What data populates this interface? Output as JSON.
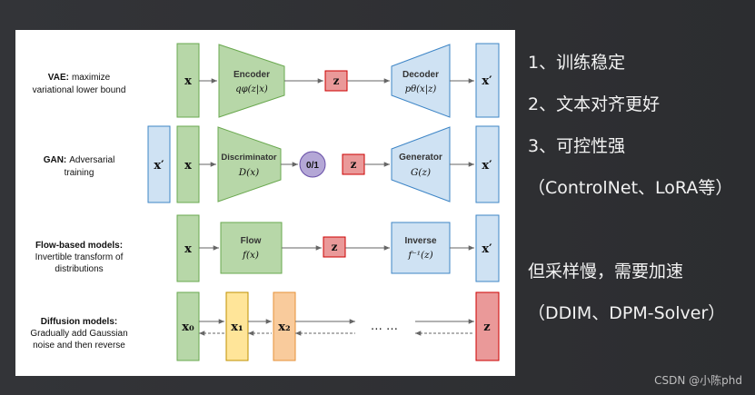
{
  "diagram": {
    "rows": [
      {
        "id": "vae",
        "label_bold": "VAE:",
        "label_lines": [
          "maximize",
          "variational lower bound"
        ],
        "input": "x",
        "block1_title": "Encoder",
        "block1_sub": "qφ(z|x)",
        "latent": "z",
        "block2_title": "Decoder",
        "block2_sub": "pθ(x|z)",
        "output": "x′"
      },
      {
        "id": "gan",
        "label_bold": "GAN:",
        "label_lines": [
          "Adversarial",
          "training"
        ],
        "input_prime": "x′",
        "input": "x",
        "block1_title": "Discriminator",
        "block1_sub": "D(x)",
        "decision": "0/1",
        "latent": "z",
        "block2_title": "Generator",
        "block2_sub": "G(z)",
        "output": "x′"
      },
      {
        "id": "flow",
        "label_bold": "Flow-based models:",
        "label_lines": [
          "Invertible transform of",
          "distributions"
        ],
        "input": "x",
        "block1_title": "Flow",
        "block1_sub": "f(x)",
        "latent": "z",
        "block2_title": "Inverse",
        "block2_sub": "f⁻¹(z)",
        "output": "x′"
      },
      {
        "id": "diffusion",
        "label_bold": "Diffusion models:",
        "label_lines": [
          "Gradually add Gaussian",
          "noise and then reverse"
        ],
        "x0": "x₀",
        "x1": "x₁",
        "x2": "x₂",
        "ellipsis": "… …",
        "latent": "z"
      }
    ]
  },
  "notes": {
    "p1": "1、训练稳定",
    "p2": "2、文本对齐更好",
    "p3": "3、可控性强",
    "p4": "（ControlNet、LoRA等）",
    "p5": "但采样慢，需要加速",
    "p6": "（DDIM、DPM-Solver）"
  },
  "watermark": "CSDN @小陈phd",
  "colors": {
    "green": "#b7d7a8",
    "blue": "#cfe2f3",
    "red": "#ea9999",
    "purple": "#b4a7d6",
    "yellow": "#ffe599",
    "orange": "#f9cb9c"
  }
}
